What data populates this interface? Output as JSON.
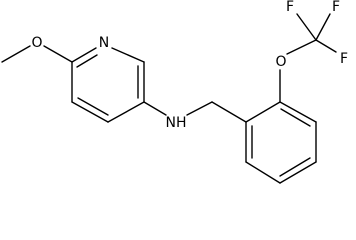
{
  "molecule": {
    "atoms": {
      "n_pyridine": "N",
      "o_methoxy": "O",
      "nh_amine": "NH",
      "o_ether": "O",
      "f_top_left": "F",
      "f_top_right": "F",
      "f_right": "F"
    },
    "line_color": "#000000",
    "background": "#ffffff"
  }
}
